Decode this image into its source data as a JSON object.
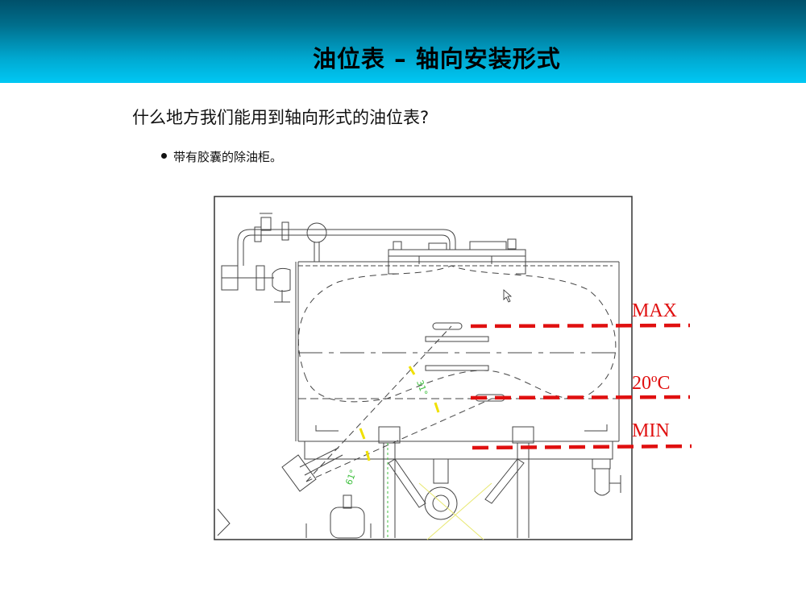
{
  "header": {
    "title": "油位表 – 轴向安装形式",
    "gradient_colors": [
      "#00506a",
      "#00c8f4"
    ]
  },
  "content": {
    "question": "什么地方我们能用到轴向形式的油位表?",
    "bullets": [
      {
        "text": "带有胶囊的除油柜。"
      }
    ]
  },
  "diagram": {
    "description": "Engineering drawing of oil conservator tank with bladder and axially mounted oil level gauge",
    "level_labels": {
      "max": "MAX",
      "mid": "20ºC",
      "min": "MIN"
    },
    "angle_labels": [
      "31°",
      "61°"
    ],
    "level_line_color": "#e01010",
    "angle_marker_color": "#f0e000",
    "angle_text_color": "#40c040"
  }
}
